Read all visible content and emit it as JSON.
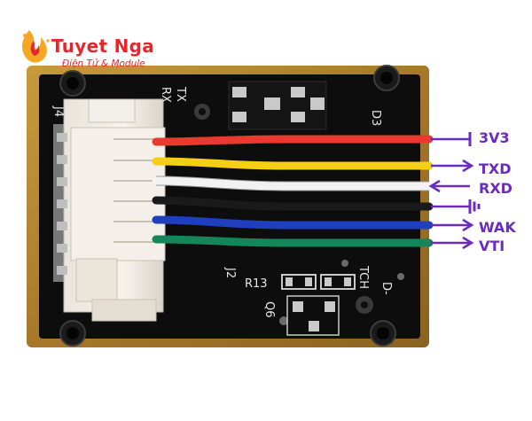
{
  "logo": {
    "brand": "Tuyet Nga",
    "tagline": "Điện Tử & Module"
  },
  "silkscreen": {
    "rx": "RX",
    "tx": "TX",
    "j4": "J4",
    "j2": "J2",
    "d3": "D3",
    "r13": "R13",
    "q6": "Q6",
    "tch": "TCH",
    "dminus": "D-"
  },
  "pins": [
    {
      "label": "3V3",
      "wire_color": "#e83a2e",
      "arrow": "none"
    },
    {
      "label": "TXD",
      "wire_color": "#f4cf14",
      "arrow": "right"
    },
    {
      "label": "RXD",
      "wire_color": "#f2f2f2",
      "arrow": "left"
    },
    {
      "label": "",
      "wire_color": "#1a1a1a",
      "arrow": "ground"
    },
    {
      "label": "WAK",
      "wire_color": "#1f3fbf",
      "arrow": "right"
    },
    {
      "label": "VTI",
      "wire_color": "#14865a",
      "arrow": "right"
    }
  ],
  "colors": {
    "board": "#0d0d0d",
    "gold_edge": "#b8892e",
    "label": "#6a2bc0",
    "logo": "#e8252b"
  }
}
